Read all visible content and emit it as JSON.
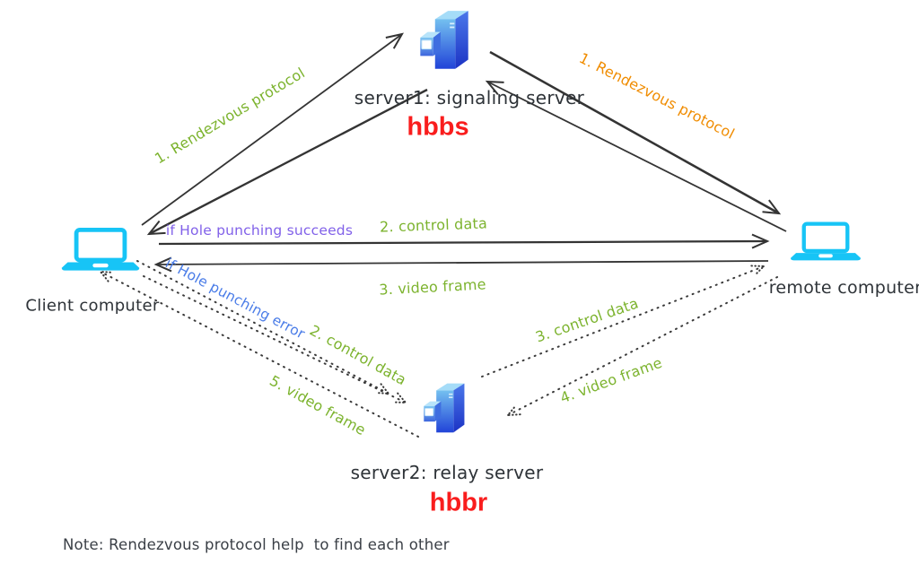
{
  "diagram": {
    "server1": {
      "title": "server1: signaling server",
      "name": "hbbs"
    },
    "server2": {
      "title": "server2: relay server",
      "name": "hbbr"
    },
    "client": {
      "label": "Client computer"
    },
    "remote": {
      "label": "remote computer"
    },
    "edges": {
      "rendezvous_left": "1. Rendezvous protocol",
      "rendezvous_right": "1. Rendezvous protocol",
      "hole_punching_succeeds": "if Hole punching succeeds",
      "hole_punching_error": "if Hole punching error",
      "p2p_control": "2. control data",
      "p2p_video": "3. video frame",
      "relay_control_from_client": "2. control data",
      "relay_control_to_remote": "3. control data",
      "relay_video_from_remote": "4. video frame",
      "relay_video_to_client": "5. video frame"
    },
    "note": "Note: Rendezvous protocol help  to find each other",
    "colors": {
      "label_green": "#7cb32e",
      "label_orange": "#f08c00",
      "label_purple": "#8161e9",
      "label_blue": "#4b7de8",
      "server_name_red": "#f91d1d",
      "arrow_ink": "#343434",
      "laptop_cyan": "#17c4f6",
      "server_blue_light": "#74c0f0",
      "server_blue_dark": "#2143d8"
    },
    "icons": {
      "server1": "server-tower-icon",
      "server2": "server-tower-icon",
      "client": "laptop-icon",
      "remote": "laptop-icon"
    }
  }
}
